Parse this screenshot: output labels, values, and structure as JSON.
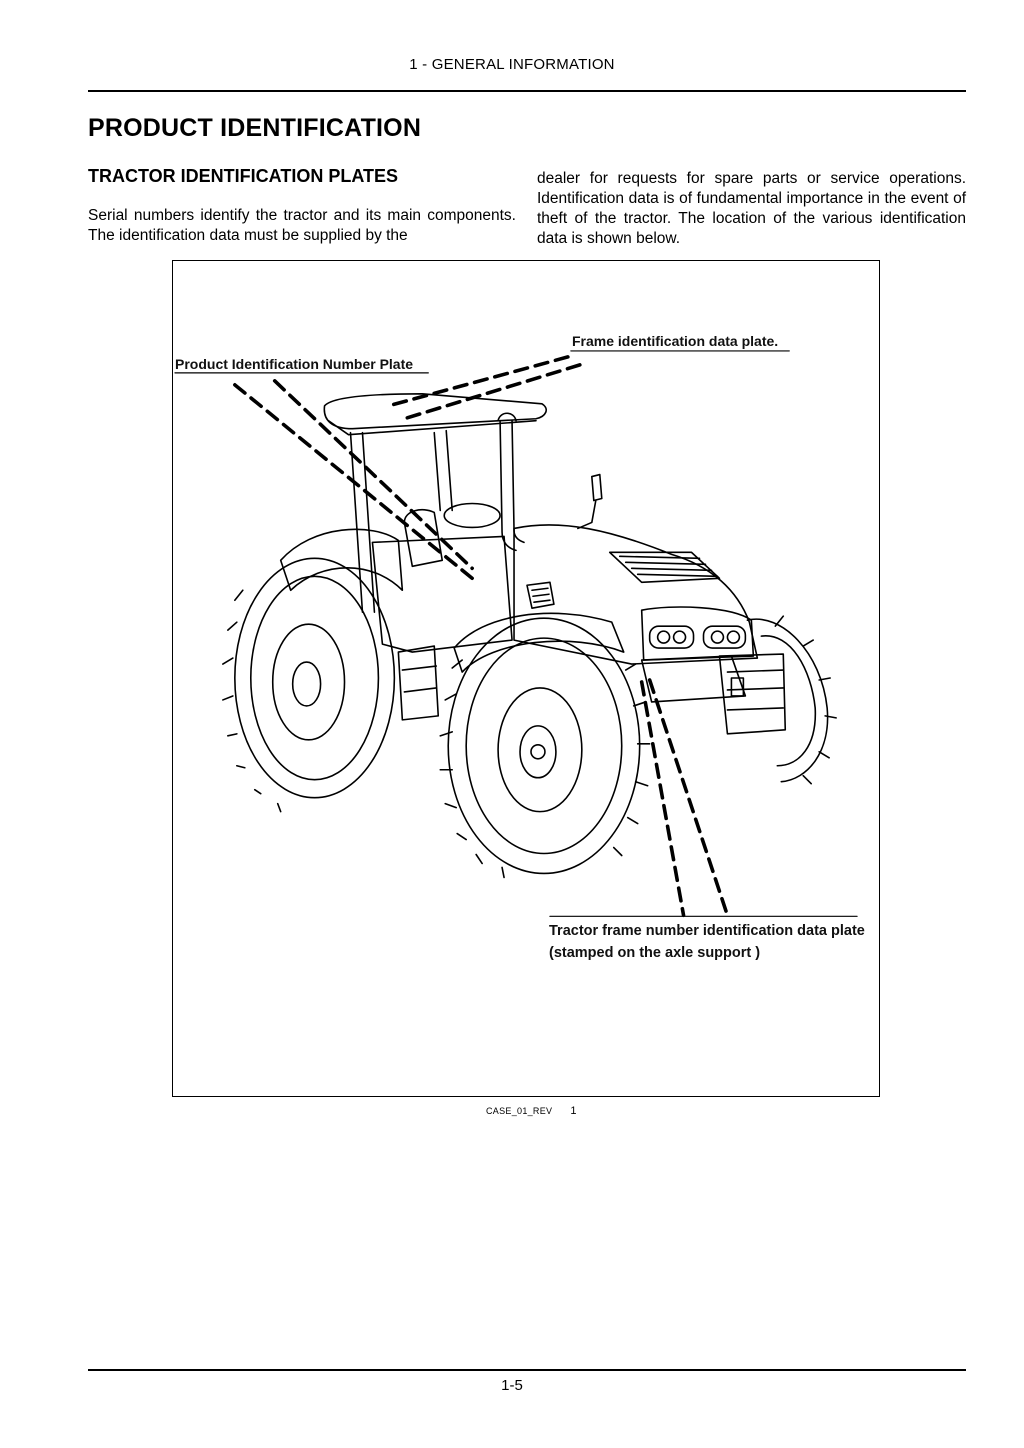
{
  "header": {
    "section": "1 - GENERAL INFORMATION"
  },
  "page_title": "PRODUCT IDENTIFICATION",
  "section_title": "TRACTOR IDENTIFICATION PLATES",
  "body": {
    "left_text": "Serial numbers identify the tractor and its main compo­nents.  The identification data must be supplied by the",
    "right_text": "dealer for requests for spare parts or service operations. Identification data is of fundamental importance in the event of theft of the tractor.  The location of the various identification data is shown below."
  },
  "figure": {
    "callouts": {
      "pin_plate": "Product Identification Number Plate",
      "frame_plate": "Frame identification data plate.",
      "axle_plate": "Tractor frame number identification data plate (stamped on the axle support )"
    },
    "caption_code": "CASE_01_REV",
    "caption_number": "1"
  },
  "footer": {
    "page_number": "1-5"
  }
}
